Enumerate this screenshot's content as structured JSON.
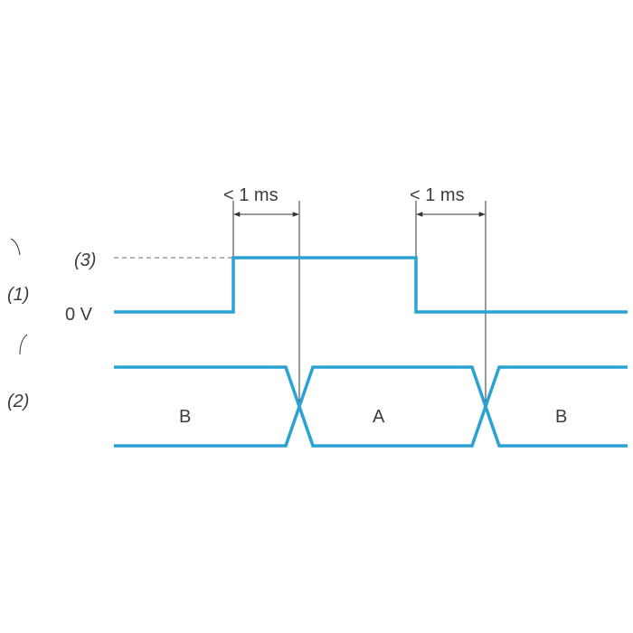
{
  "colors": {
    "signal": "#2aa2d3",
    "text": "#3c3c3c",
    "guide": "#333333"
  },
  "labels": {
    "note_3": "(3)",
    "note_1": "(1)",
    "note_2": "(2)",
    "zero_volt": "0 V",
    "timing_left": "< 1 ms",
    "timing_right": "< 1 ms",
    "state_1": "B",
    "state_2": "A",
    "state_3": "B"
  }
}
